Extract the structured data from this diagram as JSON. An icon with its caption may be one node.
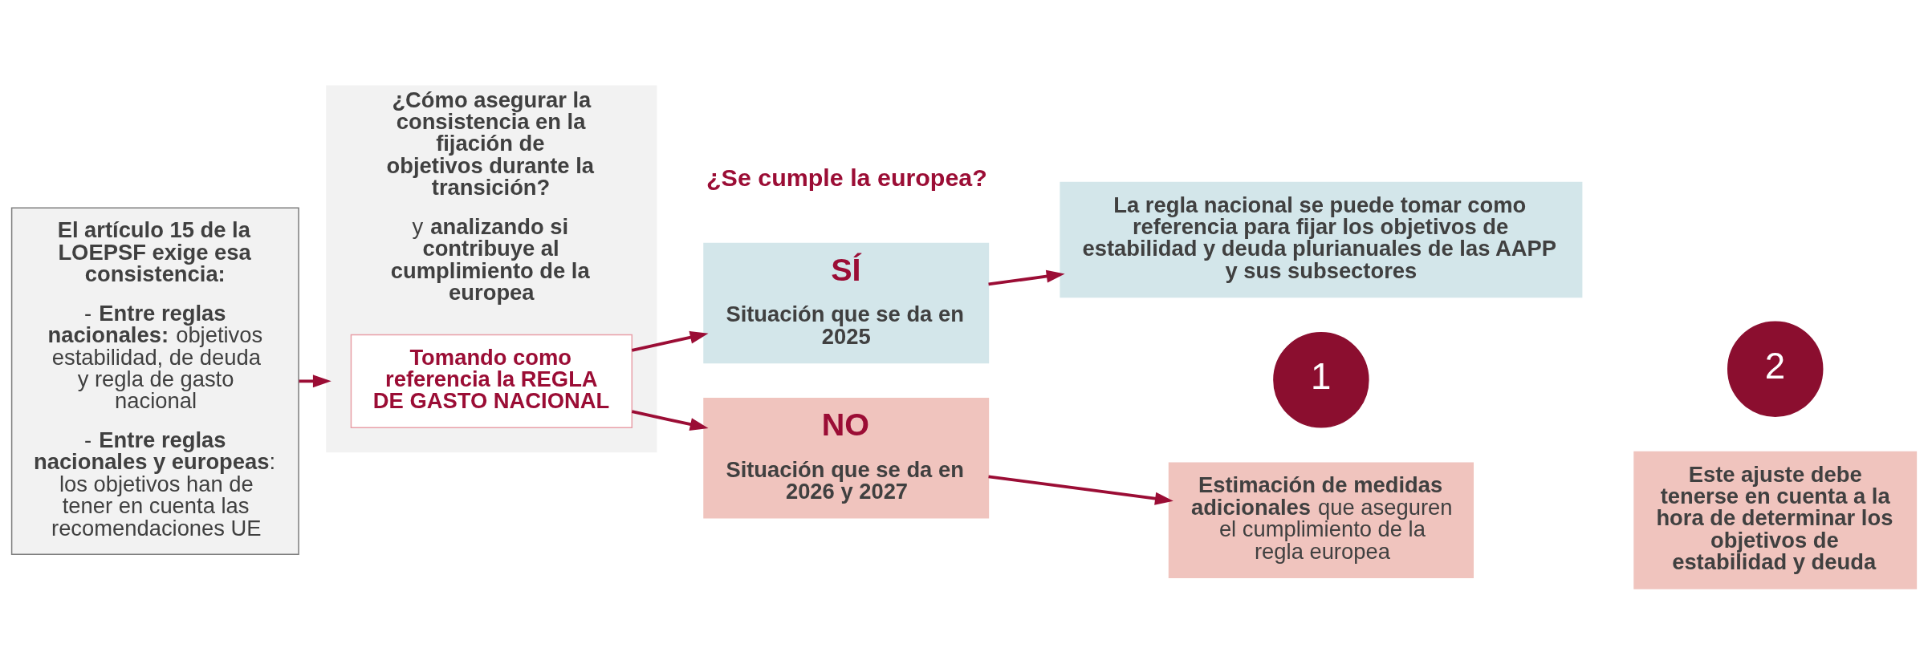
{
  "diagram": {
    "nodes": [
      {
        "text": [
          "El artículo 15 de la LOEPSF exige esa consistencia:",
          "- **Entre reglas nacionales:** objetivos estabilidad, de deuda y regla de gasto nacional",
          "- **Entre reglas nacionales y europeas**: los objetivos han de tener en cuenta las recomendaciones UE"
        ]
      },
      {
        "text": [
          "¿Cómo asegurar la consistencia en la fijación de objetivos durante la transición?",
          "y **analizando si contribuye al cumplimiento de la europea**"
        ]
      },
      {
        "text": [
          "Tomando como referencia la REGLA DE GASTO NACIONAL"
        ],
        "in": 1
      },
      {
        "text": [
          "SÍ",
          "Situación que se da en 2025"
        ]
      },
      {
        "text": [
          "La regla nacional se puede tomar como referencia para fijar los objetivos de estabilidad y deuda plurianuales de las AAPP y sus subsectores"
        ]
      },
      {
        "text": [
          "NO",
          "Situación que se da en 2026 y 2027"
        ]
      },
      {
        "text": [
          "1"
        ]
      },
      {
        "text": [
          "**Estimación de medidas adicionales** que aseguren el cumplimiento de la regla europea"
        ]
      },
      {
        "text": [
          "2"
        ]
      },
      {
        "text": [
          "Este ajuste debe tenerse en cuenta a la hora de determinar los objetivos de estabilidad y deuda"
        ]
      }
    ],
    "edges": [
      {
        "from": 0,
        "to": 1,
        "arrow": "to"
      },
      {
        "from": 2,
        "to": 3,
        "arrow": "to"
      },
      {
        "from": 2,
        "to": 5,
        "arrow": "to"
      },
      {
        "from": 3,
        "to": 4,
        "arrow": "to"
      },
      {
        "from": 5,
        "to": 7,
        "arrow": "to"
      }
    ],
    "labels": [
      "¿Se cumple la europea?"
    ]
  }
}
